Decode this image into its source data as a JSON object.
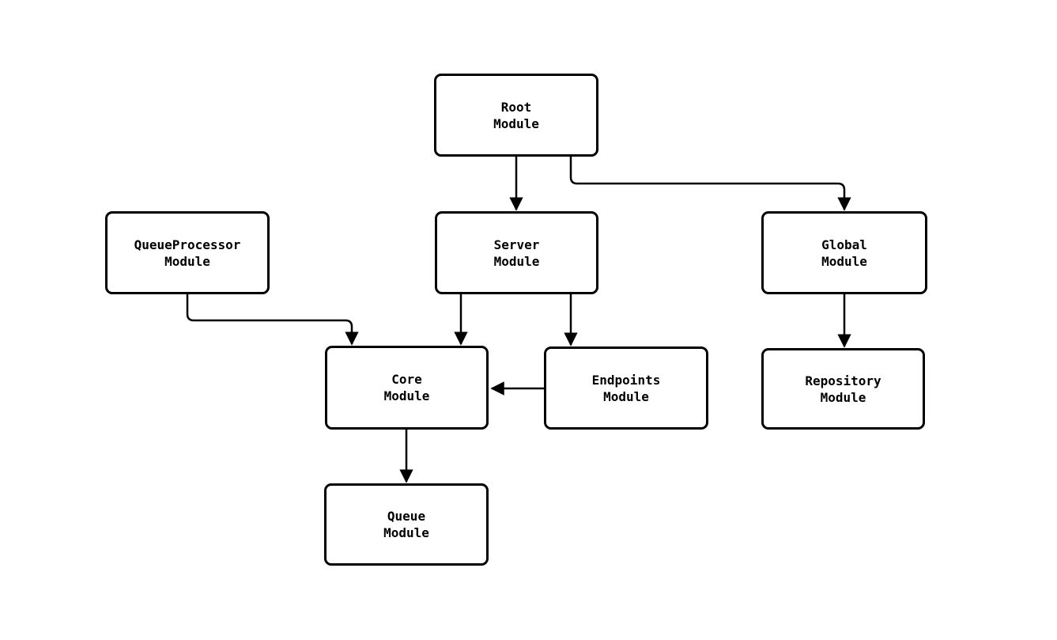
{
  "diagram": {
    "type": "flowchart",
    "nodes": [
      {
        "id": "root",
        "label": "Root\nModule"
      },
      {
        "id": "queueprocessor",
        "label": "QueueProcessor\nModule"
      },
      {
        "id": "server",
        "label": "Server\nModule"
      },
      {
        "id": "global",
        "label": "Global\nModule"
      },
      {
        "id": "core",
        "label": "Core\nModule"
      },
      {
        "id": "endpoints",
        "label": "Endpoints\nModule"
      },
      {
        "id": "repository",
        "label": "Repository\nModule"
      },
      {
        "id": "queue",
        "label": "Queue\nModule"
      }
    ],
    "edges": [
      {
        "from": "root",
        "to": "server",
        "arrow": "filled-triangle"
      },
      {
        "from": "root",
        "to": "global",
        "arrow": "filled-triangle"
      },
      {
        "from": "queueprocessor",
        "to": "core",
        "arrow": "filled-triangle"
      },
      {
        "from": "server",
        "to": "core",
        "arrow": "filled-triangle"
      },
      {
        "from": "server",
        "to": "endpoints",
        "arrow": "filled-triangle"
      },
      {
        "from": "endpoints",
        "to": "core",
        "arrow": "filled-triangle"
      },
      {
        "from": "global",
        "to": "repository",
        "arrow": "filled-triangle"
      },
      {
        "from": "core",
        "to": "queue",
        "arrow": "filled-triangle"
      }
    ],
    "colors": {
      "background": "#ffffff",
      "node_fill": "#ffffff",
      "node_border": "#000000",
      "edge": "#000000",
      "text": "#000000"
    }
  }
}
